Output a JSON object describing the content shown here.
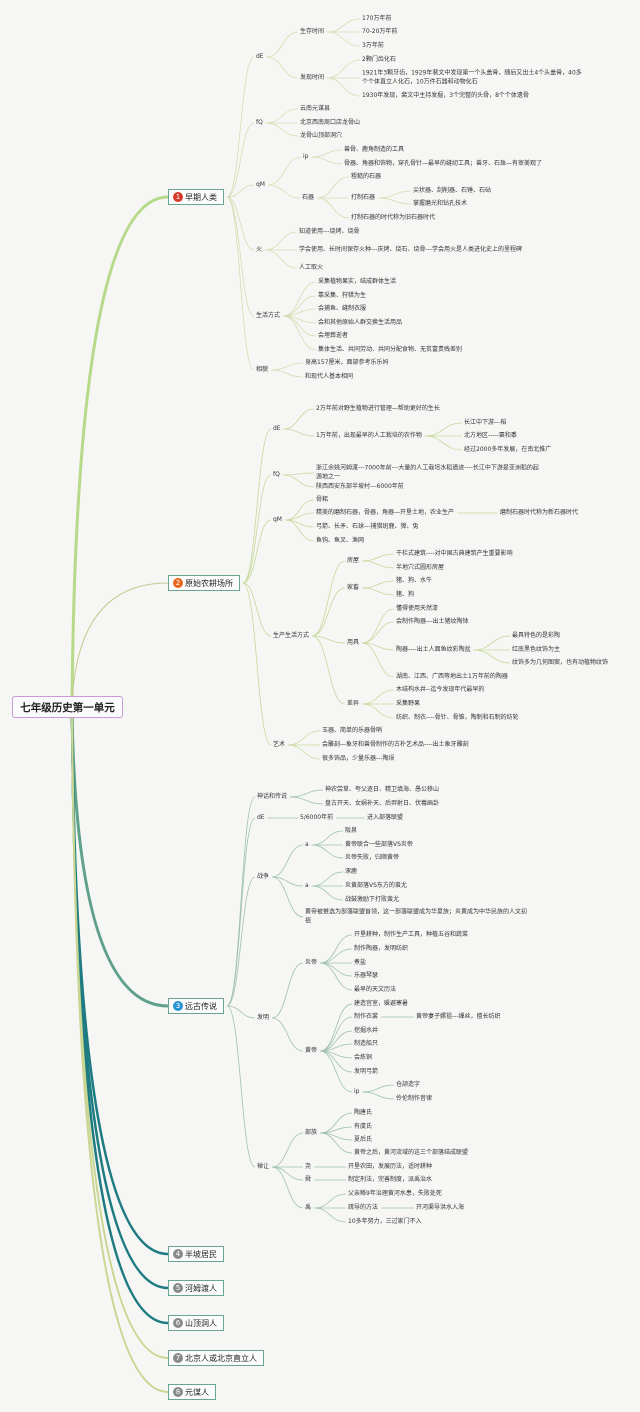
{
  "root": {
    "label": "七年级历史第一单元"
  },
  "colors": {
    "badge_1": "#d83a2a",
    "badge_2": "#e8661c",
    "badge_3": "#2a93d8",
    "badge_other": "#8a8a8a",
    "root_border": "#c99ad8",
    "branch_border": "#6aa590"
  },
  "branches": [
    {
      "num": "1",
      "label": "早期人类",
      "children": [
        {
          "label": "dE",
          "children": [
            {
              "label": "生存时间",
              "children": [
                {
                  "label": "170万年前"
                },
                {
                  "label": "70-20万年前"
                },
                {
                  "label": "3万年前"
                }
              ]
            },
            {
              "label": "发现时间",
              "children": [
                {
                  "label": "2颗门齿化石"
                },
                {
                  "label": "1921年3颗牙齿，1929年裴文中发现第一个头盖骨，随后又出土4个头盖骨，40多个个体直立人化石，10万件石器和动物化石"
                },
                {
                  "label": "1930年发现，裴文中主持发掘，3个完整的头骨，8个个体遗骨"
                }
              ]
            }
          ]
        },
        {
          "label": "fQ",
          "children": [
            {
              "label": "云南元谋县"
            },
            {
              "label": "北京西南周口店龙骨山"
            },
            {
              "label": "龙骨山顶部洞穴"
            }
          ]
        },
        {
          "label": "qM",
          "children": [
            {
              "label": "ip",
              "children": [
                {
                  "label": "兽骨、鹿角制造的工具"
                },
                {
                  "label": "骨器、角器和饰物，穿孔骨针—最早的缝纫工具；兽牙、石珠—有审美观了"
                }
              ]
            },
            {
              "label": "石器",
              "children": [
                {
                  "label": "粗糙的石器"
                },
                {
                  "label": "打制石器",
                  "children": [
                    {
                      "label": "尖状器、刮削器、石锤、石砧"
                    },
                    {
                      "label": "掌握磨光和钻孔技术"
                    }
                  ]
                },
                {
                  "label": "打制石器的时代称为旧石器时代"
                }
              ]
            }
          ]
        },
        {
          "label": "火",
          "children": [
            {
              "label": "知道使用---烧烤、烧骨"
            },
            {
              "label": "学会使用、长时间保存火种---庆烤、烧石、烧骨---学会用火是人类进化史上的里程碑"
            },
            {
              "label": "人工取火"
            }
          ]
        },
        {
          "label": "生活方式",
          "children": [
            {
              "label": "采集植物果实，结成群体生活"
            },
            {
              "label": "靠采集、狩猎为生"
            },
            {
              "label": "会捕鱼、缝制衣服"
            },
            {
              "label": "会和其他原始人群交换生活用品"
            },
            {
              "label": "会埋葬逝者"
            },
            {
              "label": "集体生活、共同劳动、共同分配食物、无贫富贵贱差别"
            }
          ]
        },
        {
          "label": "相貌",
          "children": [
            {
              "label": "身高157厘米，面部参考乐乐妈"
            },
            {
              "label": "和现代人基本相同"
            }
          ]
        }
      ]
    },
    {
      "num": "2",
      "label": "原始农耕场所",
      "children": [
        {
          "label": "dE",
          "children": [
            {
              "label": "2万年前对野生植物进行管理—帮助更好的生长"
            },
            {
              "label": "1万年前，出现最早的人工栽培的农作物",
              "children": [
                {
                  "label": "长江中下游---稻"
                },
                {
                  "label": "北方地区-----粟和黍"
                },
                {
                  "label": "经过2000多年发展，在南北推广"
                }
              ]
            }
          ]
        },
        {
          "label": "fQ",
          "children": [
            {
              "label": "浙江余姚河姆渡---7000年前---大量的人工栽培水稻遗迹----长江中下游是亚洲稻的起源地之一"
            },
            {
              "label": "陕西西安东部半坡村---6000年前"
            }
          ]
        },
        {
          "label": "qM",
          "children": [
            {
              "label": "骨耜"
            },
            {
              "label": "精美的磨制石器，骨器，角器—开垦土地，农业生产",
              "children": [
                {
                  "label": "磨制石器时代称为新石器时代"
                }
              ]
            },
            {
              "label": "弓箭、长矛、石球---捕猎斑鹿、獐、兔"
            },
            {
              "label": "鱼钩、鱼叉、渔网"
            }
          ]
        },
        {
          "label": "生产生活方式",
          "children": [
            {
              "label": "房屋",
              "children": [
                {
                  "label": "干栏式建筑----对中国古典建筑产生重要影响"
                },
                {
                  "label": "半地穴式圆形房屋"
                }
              ]
            },
            {
              "label": "家畜",
              "children": [
                {
                  "label": "猪、狗、水牛"
                },
                {
                  "label": "猪、狗"
                }
              ]
            },
            {
              "label": "用具",
              "children": [
                {
                  "label": "懂得使用天然漆"
                },
                {
                  "label": "会制作陶器---出土猪纹陶钵"
                },
                {
                  "label": "陶器----出土人面鱼纹彩陶盆",
                  "children": [
                    {
                      "label": "最具特色的是彩陶"
                    },
                    {
                      "label": "红底黑色纹饰为主"
                    },
                    {
                      "label": "纹饰多为几何图案，也有动植物纹饰"
                    }
                  ]
                },
                {
                  "label": "湖南、江西、广西等地出土1万年前的陶器"
                }
              ]
            },
            {
              "label": "差异",
              "children": [
                {
                  "label": "木结构水井--迄今发现年代最早的"
                },
                {
                  "label": "采集野果"
                },
                {
                  "label": "纺织、制衣----骨针、骨锥，陶制和石制的纺轮"
                }
              ]
            }
          ]
        },
        {
          "label": "艺术",
          "children": [
            {
              "label": "玉器、简单的乐器骨哨"
            },
            {
              "label": "会雕刻—象牙和兽骨制作的古朴艺术品----出土象牙雕刻"
            },
            {
              "label": "很多饰品，少量乐器---陶埙"
            }
          ]
        }
      ]
    },
    {
      "num": "3",
      "label": "远古传说",
      "children": [
        {
          "label": "神话和传说",
          "children": [
            {
              "label": "神农尝草、夸父逐日、精卫填海、愚公移山"
            },
            {
              "label": "盘古开天、女娲补天、后羿射日、伏羲画卦"
            }
          ]
        },
        {
          "label": "dE",
          "children": [
            {
              "label": "5/6000年前",
              "children": [
                {
                  "label": "进入部落联盟"
                }
              ]
            }
          ]
        },
        {
          "label": "战争",
          "children": [
            {
              "label": "a",
              "children": [
                {
                  "label": "阪泉"
                },
                {
                  "label": "黄帝联合一些部落VS炎帝"
                },
                {
                  "label": "炎帝失败，归顺黄帝"
                }
              ]
            },
            {
              "label": "a",
              "children": [
                {
                  "label": "涿鹿"
                },
                {
                  "label": "炎黄部落VS东方的蚩尤"
                },
                {
                  "label": "战鼓激励下打败蚩尤"
                }
              ]
            },
            {
              "label": "黄帝被推选为部落联盟首领，这一部落联盟成为华夏族；炎黄成为中华民族的人文初祖"
            }
          ]
        },
        {
          "label": "发明",
          "children": [
            {
              "label": "炎帝",
              "children": [
                {
                  "label": "开垦耕种，制作生产工具，种植五谷和蔬菜"
                },
                {
                  "label": "制作陶器，发明纺织"
                },
                {
                  "label": "煮盐"
                },
                {
                  "label": "乐器琴瑟"
                },
                {
                  "label": "最早的天文历法"
                }
              ]
            },
            {
              "label": "黄帝",
              "children": [
                {
                  "label": "建造宫室，躲避寒暑"
                },
                {
                  "label": "制作衣裳",
                  "children": [
                    {
                      "label": "黄帝妻子嫘祖---缫丝，擅长纺织"
                    }
                  ]
                },
                {
                  "label": "挖掘水井"
                },
                {
                  "label": "制造船只"
                },
                {
                  "label": "会炼铜"
                },
                {
                  "label": "发明弓箭"
                },
                {
                  "label": "ip",
                  "children": [
                    {
                      "label": "仓颉造字"
                    },
                    {
                      "label": "伶伦制作音律"
                    }
                  ]
                }
              ]
            }
          ]
        },
        {
          "label": "禅让",
          "children": [
            {
              "label": "部族",
              "children": [
                {
                  "label": "陶唐氏"
                },
                {
                  "label": "有虞氏"
                },
                {
                  "label": "夏后氏"
                },
                {
                  "label": "黄帝之后，黄河流域的这三个部落结成联盟"
                }
              ]
            },
            {
              "label": "尧",
              "children": [
                {
                  "label": "开垦农田，发展历法，适时耕种"
                }
              ]
            },
            {
              "label": "舜",
              "children": [
                {
                  "label": "制定刑法，完善制度，派禹治水"
                }
              ]
            },
            {
              "label": "禹",
              "children": [
                {
                  "label": "父亲鲧9年治理黄河水患，失败处死"
                },
                {
                  "label": "疏导的方法",
                  "children": [
                    {
                      "label": "开河渠导洪水入海"
                    }
                  ]
                },
                {
                  "label": "10多年努力，三过家门不入"
                }
              ]
            }
          ]
        }
      ]
    },
    {
      "num": "4",
      "label": "半坡居民",
      "children": []
    },
    {
      "num": "5",
      "label": "河姆渡人",
      "children": []
    },
    {
      "num": "6",
      "label": "山顶洞人",
      "children": []
    },
    {
      "num": "7",
      "label": "北京人或北京直立人",
      "children": []
    },
    {
      "num": "8",
      "label": "元谋人",
      "children": []
    }
  ]
}
